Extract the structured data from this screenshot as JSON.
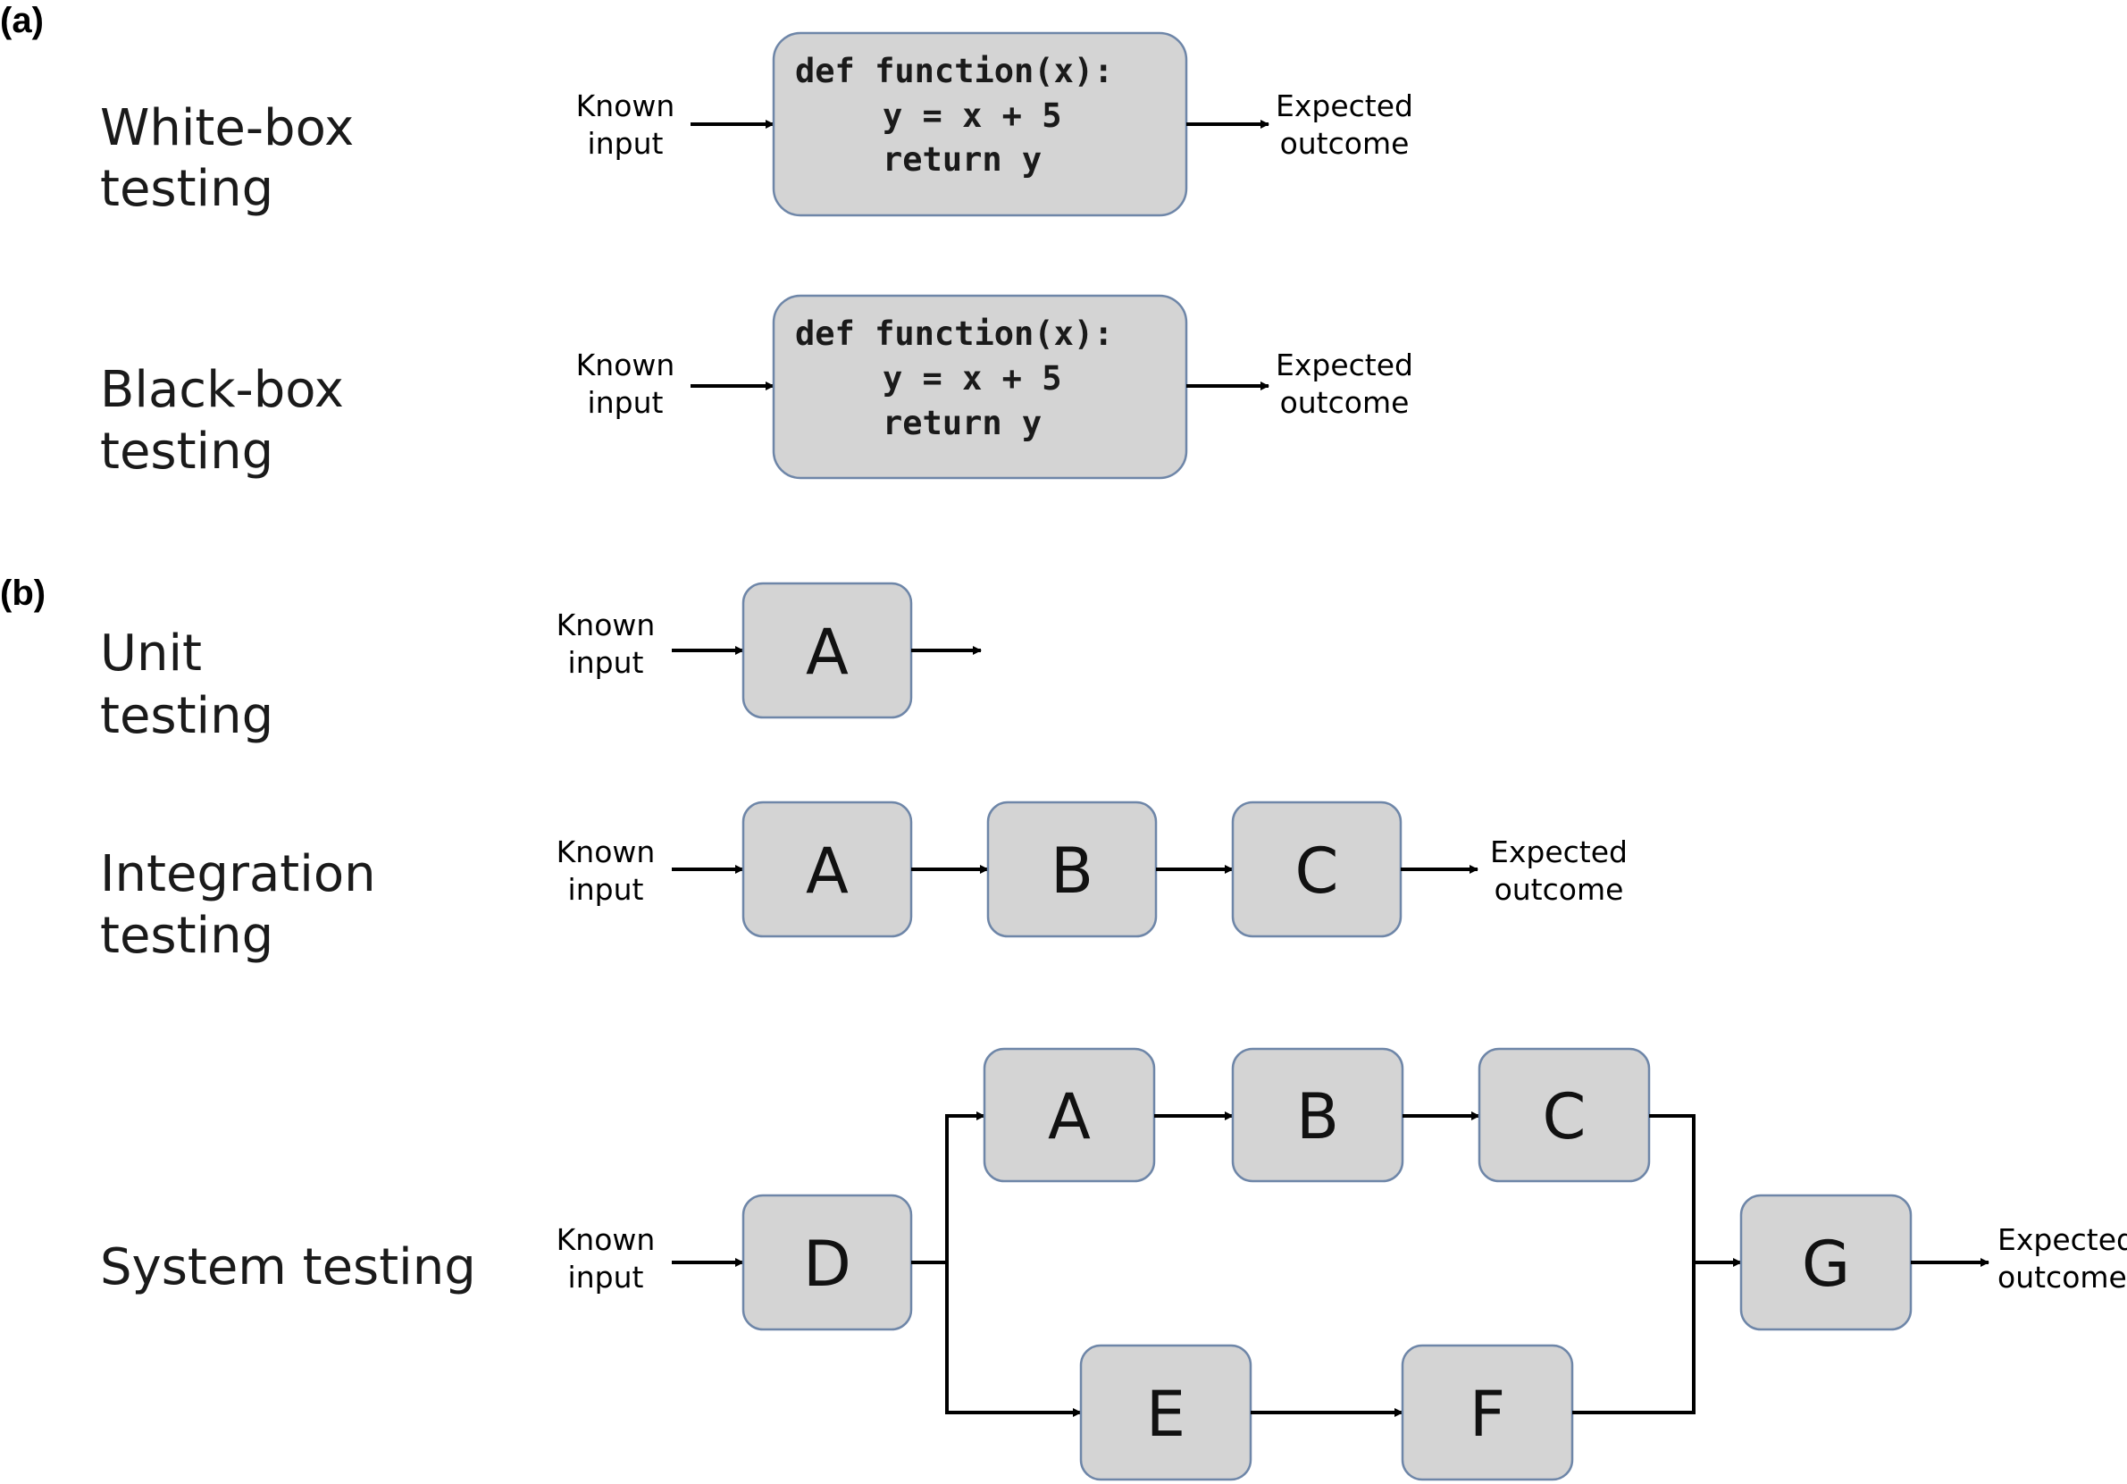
{
  "panels": {
    "a": "(a)",
    "b": "(b)"
  },
  "sections": {
    "white_box": {
      "title_line1": "White-box",
      "title_line2": "testing"
    },
    "black_box": {
      "title_line1": "Black-box",
      "title_line2": "testing"
    },
    "unit": {
      "title_line1": "Unit",
      "title_line2": "testing"
    },
    "integration": {
      "title_line1": "Integration",
      "title_line2": "testing"
    },
    "system": {
      "title": "System testing"
    }
  },
  "labels": {
    "known_line1": "Known",
    "known_line2": "input",
    "expected_line1": "Expected",
    "expected_line2": "outcome"
  },
  "code": {
    "line1": "def function(x):",
    "line2": "y = x + 5",
    "line3": "return y"
  },
  "nodes": {
    "A": "A",
    "B": "B",
    "C": "C",
    "D": "D",
    "E": "E",
    "F": "F",
    "G": "G"
  },
  "colors": {
    "box_fill": "#d4d4d4",
    "box_border": "#6e86a8",
    "arrow": "#000000"
  }
}
